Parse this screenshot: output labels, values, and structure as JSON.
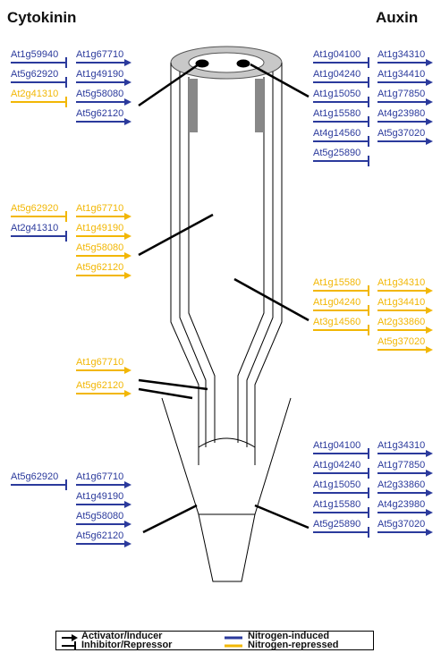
{
  "headers": {
    "left": "Cytokinin",
    "right": "Auxin"
  },
  "colors": {
    "induced": "#2b3a9c",
    "repressed": "#f2b705",
    "line": "#000000"
  },
  "legend": {
    "activator": "Activator/Inducer",
    "inhibitor": "Inhibitor/Repressor",
    "induced": "Nitrogen-induced",
    "repressed": "Nitrogen-repressed"
  },
  "groups": [
    {
      "side": "cytokinin",
      "region": "top",
      "genes": [
        {
          "id": "At1g59940",
          "effect": "inhibitor",
          "nitrogen": "induced"
        },
        {
          "id": "At1g67710",
          "effect": "activator",
          "nitrogen": "induced"
        },
        {
          "id": "At5g62920",
          "effect": "inhibitor",
          "nitrogen": "induced"
        },
        {
          "id": "At1g49190",
          "effect": "activator",
          "nitrogen": "induced"
        },
        {
          "id": "At2g41310",
          "effect": "inhibitor",
          "nitrogen": "repressed"
        },
        {
          "id": "At5g58080",
          "effect": "activator",
          "nitrogen": "induced"
        },
        {
          "id": "At5g62120",
          "effect": "activator",
          "nitrogen": "induced"
        }
      ]
    },
    {
      "side": "auxin",
      "region": "top",
      "genes": [
        {
          "id": "At1g04100",
          "effect": "inhibitor",
          "nitrogen": "induced"
        },
        {
          "id": "At1g34310",
          "effect": "activator",
          "nitrogen": "induced"
        },
        {
          "id": "At1g04240",
          "effect": "inhibitor",
          "nitrogen": "induced"
        },
        {
          "id": "At1g34410",
          "effect": "activator",
          "nitrogen": "induced"
        },
        {
          "id": "At1g15050",
          "effect": "inhibitor",
          "nitrogen": "induced"
        },
        {
          "id": "At1g77850",
          "effect": "activator",
          "nitrogen": "induced"
        },
        {
          "id": "At1g15580",
          "effect": "inhibitor",
          "nitrogen": "induced"
        },
        {
          "id": "At4g23980",
          "effect": "activator",
          "nitrogen": "induced"
        },
        {
          "id": "At4g14560",
          "effect": "inhibitor",
          "nitrogen": "induced"
        },
        {
          "id": "At5g37020",
          "effect": "activator",
          "nitrogen": "induced"
        },
        {
          "id": "At5g25890",
          "effect": "inhibitor",
          "nitrogen": "induced"
        }
      ]
    },
    {
      "side": "cytokinin",
      "region": "upper-middle",
      "genes": [
        {
          "id": "At5g62920",
          "effect": "inhibitor",
          "nitrogen": "repressed"
        },
        {
          "id": "At1g67710",
          "effect": "activator",
          "nitrogen": "repressed"
        },
        {
          "id": "At2g41310",
          "effect": "inhibitor",
          "nitrogen": "induced"
        },
        {
          "id": "At1g49190",
          "effect": "activator",
          "nitrogen": "repressed"
        },
        {
          "id": "At5g58080",
          "effect": "activator",
          "nitrogen": "repressed"
        },
        {
          "id": "At5g62120",
          "effect": "activator",
          "nitrogen": "repressed"
        }
      ]
    },
    {
      "side": "auxin",
      "region": "middle",
      "genes": [
        {
          "id": "At1g15580",
          "effect": "inhibitor",
          "nitrogen": "repressed"
        },
        {
          "id": "At1g34310",
          "effect": "activator",
          "nitrogen": "repressed"
        },
        {
          "id": "At1g04240",
          "effect": "inhibitor",
          "nitrogen": "repressed"
        },
        {
          "id": "At1g34410",
          "effect": "activator",
          "nitrogen": "repressed"
        },
        {
          "id": "At3g14560",
          "effect": "inhibitor",
          "nitrogen": "repressed"
        },
        {
          "id": "At2g33860",
          "effect": "activator",
          "nitrogen": "repressed"
        },
        {
          "id": "At5g37020",
          "effect": "activator",
          "nitrogen": "repressed"
        }
      ]
    },
    {
      "side": "cytokinin",
      "region": "lower-middle",
      "genes": [
        {
          "id": "At1g67710",
          "effect": "activator",
          "nitrogen": "repressed"
        },
        {
          "id": "At5g62120",
          "effect": "activator",
          "nitrogen": "repressed"
        }
      ]
    },
    {
      "side": "cytokinin",
      "region": "bottom",
      "genes": [
        {
          "id": "At5g62920",
          "effect": "inhibitor",
          "nitrogen": "induced"
        },
        {
          "id": "At1g67710",
          "effect": "activator",
          "nitrogen": "induced"
        },
        {
          "id": "At1g49190",
          "effect": "activator",
          "nitrogen": "induced"
        },
        {
          "id": "At5g58080",
          "effect": "activator",
          "nitrogen": "induced"
        },
        {
          "id": "At5g62120",
          "effect": "activator",
          "nitrogen": "induced"
        }
      ]
    },
    {
      "side": "auxin",
      "region": "bottom",
      "genes": [
        {
          "id": "At1g04100",
          "effect": "inhibitor",
          "nitrogen": "induced"
        },
        {
          "id": "At1g34310",
          "effect": "activator",
          "nitrogen": "induced"
        },
        {
          "id": "At1g04240",
          "effect": "inhibitor",
          "nitrogen": "induced"
        },
        {
          "id": "At1g77850",
          "effect": "activator",
          "nitrogen": "induced"
        },
        {
          "id": "At1g15050",
          "effect": "inhibitor",
          "nitrogen": "induced"
        },
        {
          "id": "At2g33860",
          "effect": "activator",
          "nitrogen": "induced"
        },
        {
          "id": "At1g15580",
          "effect": "inhibitor",
          "nitrogen": "induced"
        },
        {
          "id": "At4g23980",
          "effect": "activator",
          "nitrogen": "induced"
        },
        {
          "id": "At5g25890",
          "effect": "inhibitor",
          "nitrogen": "induced"
        },
        {
          "id": "At5g37020",
          "effect": "activator",
          "nitrogen": "induced"
        }
      ]
    }
  ]
}
